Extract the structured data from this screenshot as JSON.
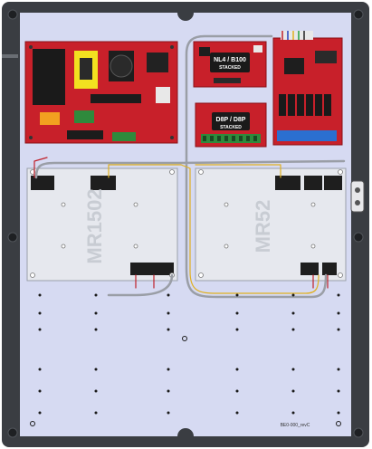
{
  "enclosure": {
    "part_number": "BE0-000_revC"
  },
  "boards": {
    "nl4": {
      "line1": "NL4 / B100",
      "line2": "STACKED"
    },
    "d8p": {
      "line1": "D8P / D8P",
      "line2": "STACKED"
    },
    "mr1502": {
      "label": "MR1502"
    },
    "mr52": {
      "label": "MR52"
    }
  },
  "colors": {
    "enclosure_frame": "#3a3d42",
    "backplate": "#d6daf2",
    "board_red": "#c8202a",
    "mount_plate": "#e6e8ee",
    "wire_gray": "#9a9ea6",
    "wire_yellow": "#e0b020",
    "wire_red": "#c0202a"
  }
}
